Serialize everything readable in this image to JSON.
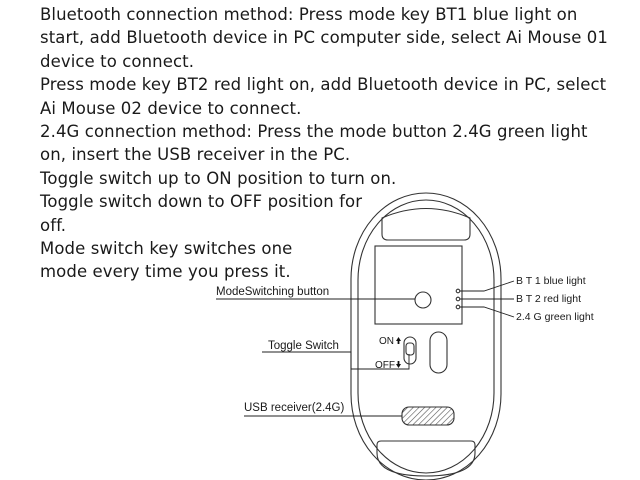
{
  "instructions": [
    "Bluetooth connection method:   Press mode key BT1 blue light on",
    "start, add Bluetooth device in PC computer side, select Ai Mouse 01",
    "device to connect.",
    "Press mode key BT2 red light on, add Bluetooth device in PC, select",
    "Ai Mouse 02 device to connect.",
    "2.4G connection method:   Press the mode button 2.4G green light",
    "on, insert the USB receiver in the PC.",
    "Toggle switch up to ON position to turn on.",
    "Toggle switch down to OFF position for",
    "off.",
    "Mode switch key switches one",
    "mode every time you press it."
  ],
  "labels": {
    "mode_button": "ModeSwitching button",
    "toggle_switch": "Toggle Switch",
    "usb_receiver": "USB receiver(2.4G)",
    "bt1": "B T 1 blue light",
    "bt2": "B T 2 red light",
    "g24": "2.4 G green light",
    "on": "ON",
    "off": "OFF"
  },
  "colors": {
    "ink": "#1a1a1a",
    "outline": "#333333"
  }
}
